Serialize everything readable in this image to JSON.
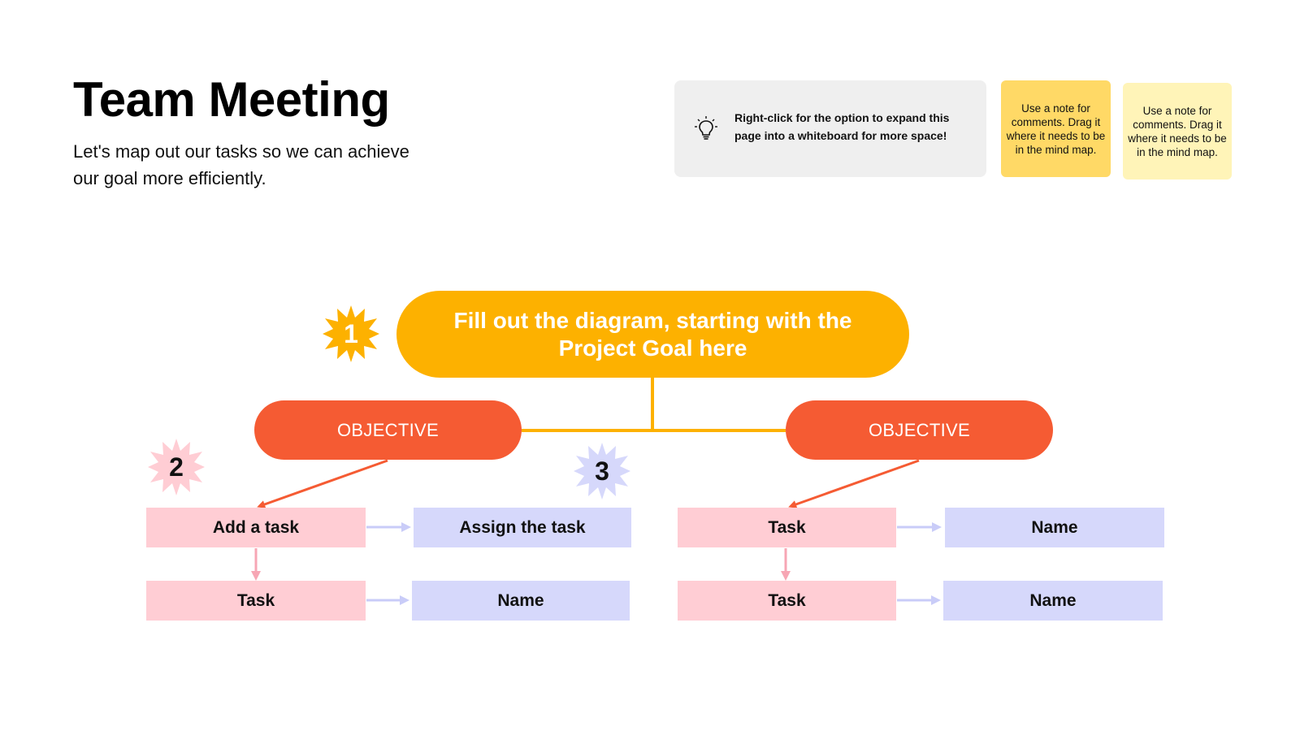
{
  "header": {
    "title": "Team Meeting",
    "subtitle": "Let's map out our tasks so we can achieve our goal more efficiently."
  },
  "tip": {
    "icon": "lightbulb-icon",
    "text": "Right-click for the option to expand this page into a whiteboard for more space!"
  },
  "notes": [
    {
      "text": "Use a note for comments. Drag it where it needs to be in the mind map.",
      "color": "#ffd966"
    },
    {
      "text": "Use a note for comments. Drag it where it needs to be in the mind map.",
      "color": "#fff4b8"
    }
  ],
  "diagram": {
    "goal": "Fill out the diagram, starting with the Project Goal here",
    "badges": [
      "1",
      "2",
      "3"
    ],
    "objectives": [
      "OBJECTIVE",
      "OBJECTIVE"
    ],
    "left": {
      "tasks": [
        "Add a task",
        "Task"
      ],
      "assignees": [
        "Assign the task",
        "Name"
      ]
    },
    "right": {
      "tasks": [
        "Task",
        "Task"
      ],
      "assignees": [
        "Name",
        "Name"
      ]
    }
  },
  "colors": {
    "goal": "#fdb100",
    "objective": "#f55b33",
    "task": "#ffcdd4",
    "assignee": "#d6d8fb",
    "badge_1": "#fdb100",
    "badge_2": "#ffcdd4",
    "badge_3": "#d6d8fb"
  }
}
